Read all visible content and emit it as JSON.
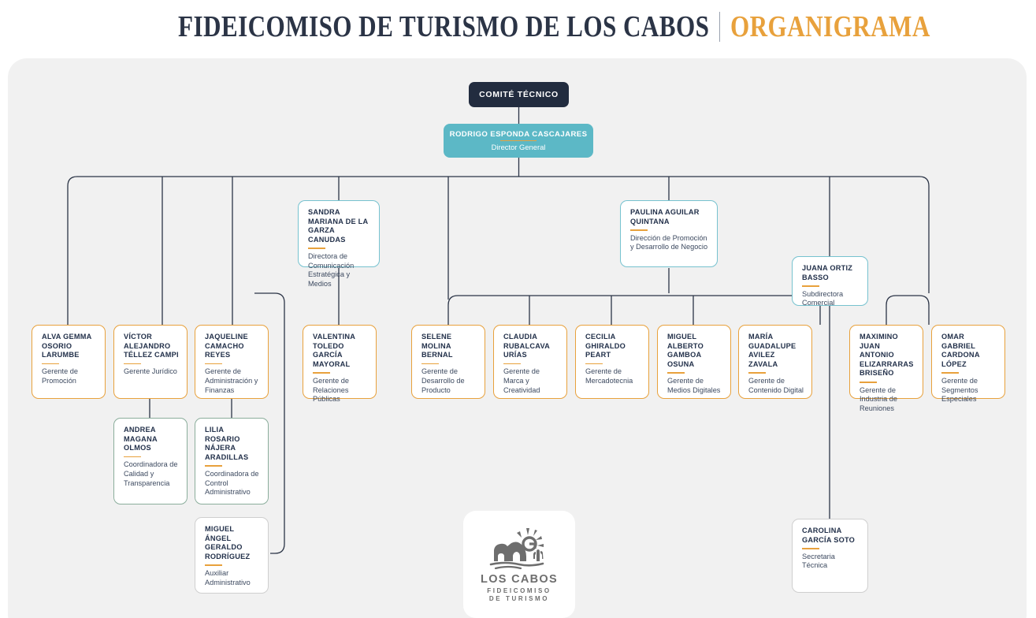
{
  "header": {
    "title_main": "FIDEICOMISO DE TURISMO DE LOS CABOS",
    "title_accent": "ORGANIGRAMA",
    "accent_color": "#e8a13c",
    "main_color": "#2b3446"
  },
  "chart_meta": {
    "panel_color": "#f1f1f1",
    "navy": "#222c3f",
    "teal": "#5cb8c6",
    "orange": "#e8a13c",
    "green": "#8aad9b",
    "gray": "#cfcfcf"
  },
  "top": {
    "comite": {
      "name": "COMITÉ TÉCNICO"
    },
    "director": {
      "name": "RODRIGO ESPONDA CASCAJARES",
      "role": "Director General"
    }
  },
  "level2": [
    {
      "name": "SANDRA MARIANA DE LA GARZA CANUDAS",
      "role": "Directora de Comunicación Estratégica y Medios"
    },
    {
      "name": "PAULINA AGUILAR QUINTANA",
      "role": "Dirección de Promoción y Desarrollo de Negocio"
    },
    {
      "name": "JUANA ORTIZ BASSO",
      "role": "Subdirectora Comercial"
    }
  ],
  "level3": [
    {
      "name": "ALVA GEMMA OSORIO LARUMBE",
      "role": "Gerente de Promoción"
    },
    {
      "name": "VÍCTOR ALEJANDRO TÉLLEZ CAMPI",
      "role": "Gerente Jurídico"
    },
    {
      "name": "JAQUELINE CAMACHO REYES",
      "role": "Gerente de Administración y Finanzas"
    },
    {
      "name": "VALENTINA TOLEDO GARCÍA MAYORAL",
      "role": "Gerente de Relaciones Públicas"
    },
    {
      "name": "SELENE MOLINA BERNAL",
      "role": "Gerente de Desarrollo de Producto"
    },
    {
      "name": "CLAUDIA RUBALCAVA URÍAS",
      "role": "Gerente de Marca y Creatividad"
    },
    {
      "name": "CECILIA GHIRALDO PEART",
      "role": "Gerente de Mercadotecnia"
    },
    {
      "name": "MIGUEL ALBERTO GAMBOA OSUNA",
      "role": "Gerente de Medios Digitales"
    },
    {
      "name": "MARÍA GUADALUPE AVILEZ ZAVALA",
      "role": "Gerente de Contenido Digital"
    },
    {
      "name": "MAXIMINO JUAN ANTONIO ELIZARRARAS BRISEÑO",
      "role": "Gerente de Industria de Reuniones"
    },
    {
      "name": "OMAR GABRIEL CARDONA LÓPEZ",
      "role": "Gerente de Segmentos Especiales"
    }
  ],
  "level4": [
    {
      "name": "ANDREA MAGANA OLMOS",
      "role": "Coordinadora de Calidad y Transparencia"
    },
    {
      "name": "LILIA ROSARIO NÁJERA ARADILLAS",
      "role": "Coordinadora de Control Administrativo"
    }
  ],
  "level5": [
    {
      "name": "MIGUEL ÁNGEL GERALDO RODRÍGUEZ",
      "role": "Auxiliar Administrativo"
    },
    {
      "name": "CAROLINA GARCÍA SOTO",
      "role": "Secretaria Técnica"
    }
  ],
  "logo": {
    "line1": "LOS CABOS",
    "line2": "FIDEICOMISO",
    "line3": "DE TURISMO"
  }
}
